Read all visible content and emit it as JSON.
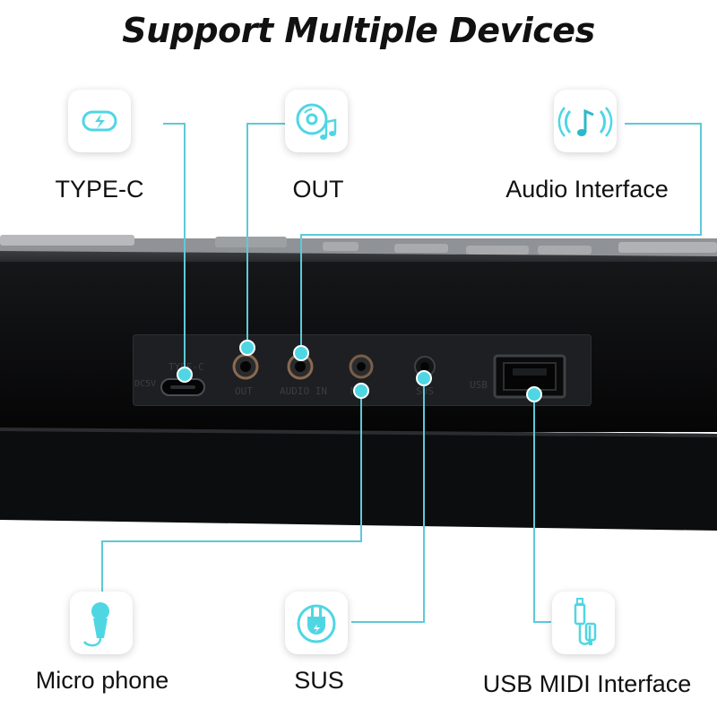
{
  "title": "Support Multiple Devices",
  "colors": {
    "accent": "#4fd6e3",
    "line": "#5ec9d9",
    "body": "#0b0c0d"
  },
  "devices": {
    "type_c": {
      "label": "TYPE-C",
      "icon": "type-c-icon"
    },
    "out": {
      "label": "OUT",
      "icon": "cd-music-icon"
    },
    "audio_interface": {
      "label": "Audio Interface",
      "icon": "audio-waves-icon"
    },
    "microphone": {
      "label": "Micro phone",
      "icon": "microphone-icon"
    },
    "sus": {
      "label": "SUS",
      "icon": "plug-icon"
    },
    "usb_midi": {
      "label": "USB MIDI Interface",
      "icon": "usb-cable-icon"
    }
  },
  "panel_labels": {
    "type_c": "TYPE-C",
    "dc": "DC5V",
    "out": "OUT",
    "audio_in": "AUDIO IN",
    "mic": "MIC",
    "sus": "SUS",
    "usb": "USB"
  }
}
